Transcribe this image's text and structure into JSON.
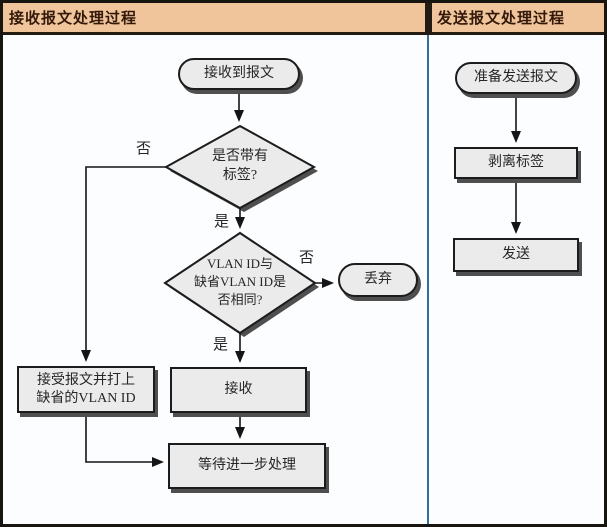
{
  "header": {
    "receive_title": "接收报文处理过程",
    "send_title": "发送报文处理过程"
  },
  "receive_flow": {
    "start": "接收到报文",
    "decision_has_tag": [
      "是否带有",
      "标签?"
    ],
    "label_no_tag": "否",
    "label_yes_tag": "是",
    "decision_vlan": [
      "VLAN ID与",
      "缺省VLAN ID是",
      "否相同?"
    ],
    "label_no_vlan": "否",
    "label_yes_vlan": "是",
    "discard": "丢弃",
    "accept_default": [
      "接受报文并打上",
      "缺省的VLAN ID"
    ],
    "receive": "接收",
    "wait": "等待进一步处理"
  },
  "send_flow": {
    "prepare": "准备发送报文",
    "strip_tag": "剥离标签",
    "send": "发送"
  },
  "colors": {
    "header_background": "#f1c59b",
    "node_fill": "#ebebeb",
    "node_border": "#1c1c1c",
    "node_shadow": "#4f4f4f",
    "panel_divider_blue": "#35709c",
    "frame_border": "#18140f"
  }
}
